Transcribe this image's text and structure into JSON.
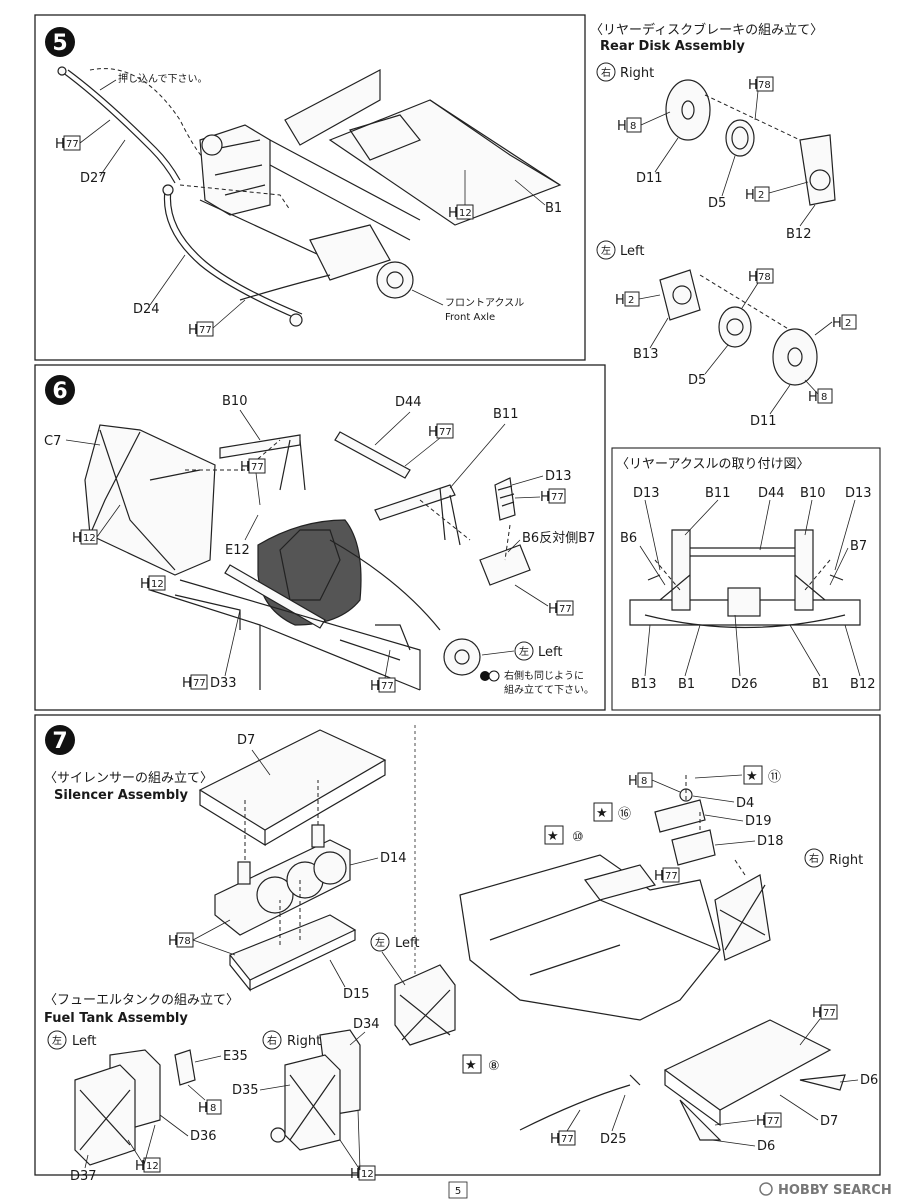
{
  "step5": {
    "number": "5",
    "note_jp": "押し込んで下さい。",
    "labels": {
      "h77_a": "77",
      "d27": "D27",
      "d24": "D24",
      "h77_b": "77",
      "h12": "12",
      "b1": "B1"
    },
    "front_axle_jp": "フロントアクスル",
    "front_axle_en": "Front Axle"
  },
  "rear_disk": {
    "title_jp": "〈リヤーディスクブレーキの組み立て〉",
    "title_en": "Rear Disk Assembly",
    "right": {
      "kanji": "右",
      "en": "Right"
    },
    "left": {
      "kanji": "左",
      "en": "Left"
    },
    "labels_r": {
      "h8": "8",
      "h78": "78",
      "d11": "D11",
      "d5": "D5",
      "h2": "2",
      "b12": "B12"
    },
    "labels_l": {
      "h2a": "2",
      "h78": "78",
      "h2b": "2",
      "b13": "B13",
      "d5": "D5",
      "d11": "D11",
      "h8": "8"
    }
  },
  "step6": {
    "number": "6",
    "labels": {
      "b10": "B10",
      "d44": "D44",
      "b11": "B11",
      "c7": "C7",
      "h77a": "77",
      "h77b": "77",
      "d13": "D13",
      "h77c": "77",
      "h12a": "12",
      "e12": "E12",
      "b6b7": "B6反対側B7",
      "h12b": "12",
      "h77d": "77",
      "h77e": "77",
      "d33": "D33",
      "h77f": "77"
    },
    "left": {
      "kanji": "左",
      "en": "Left"
    },
    "note_jp": [
      "右側も同じように",
      "組み立てて下さい。"
    ]
  },
  "rear_axle": {
    "title_jp": "〈リヤーアクスルの取り付け図〉",
    "labels": [
      "D13",
      "B11",
      "D44",
      "B10",
      "D13",
      "B6",
      "B7",
      "B13",
      "B1",
      "D26",
      "B1",
      "B12"
    ]
  },
  "step7": {
    "number": "7",
    "silencer_title_jp": "〈サイレンサーの組み立て〉",
    "silencer_title_en": "Silencer Assembly",
    "fuel_title_jp": "〈フューエルタンクの組み立て〉",
    "fuel_title_en": "Fuel Tank Assembly",
    "labels": {
      "d7": "D7",
      "d14": "D14",
      "h78": "78",
      "d15": "D15",
      "e35": "E35",
      "h8": "8",
      "d36": "D36",
      "d37": "D37",
      "h12a": "12",
      "d34": "D34",
      "d35": "D35",
      "h12b": "12",
      "h8b": "8",
      "d4": "D4",
      "d19": "D19",
      "d18": "D18",
      "h77a": "77",
      "h77b": "77",
      "d6a": "D6",
      "d7b": "D7",
      "h77c": "77",
      "d6b": "D6",
      "h77d": "77",
      "d25": "D25"
    },
    "stars": {
      "s11": "⑪",
      "s16": "⑯",
      "s10": "⑩",
      "s8": "⑧"
    },
    "left": {
      "kanji": "左",
      "en": "Left"
    },
    "right": {
      "kanji": "右",
      "en": "Right"
    }
  },
  "footer": {
    "page_number": "5",
    "watermark": "HOBBY SEARCH"
  }
}
